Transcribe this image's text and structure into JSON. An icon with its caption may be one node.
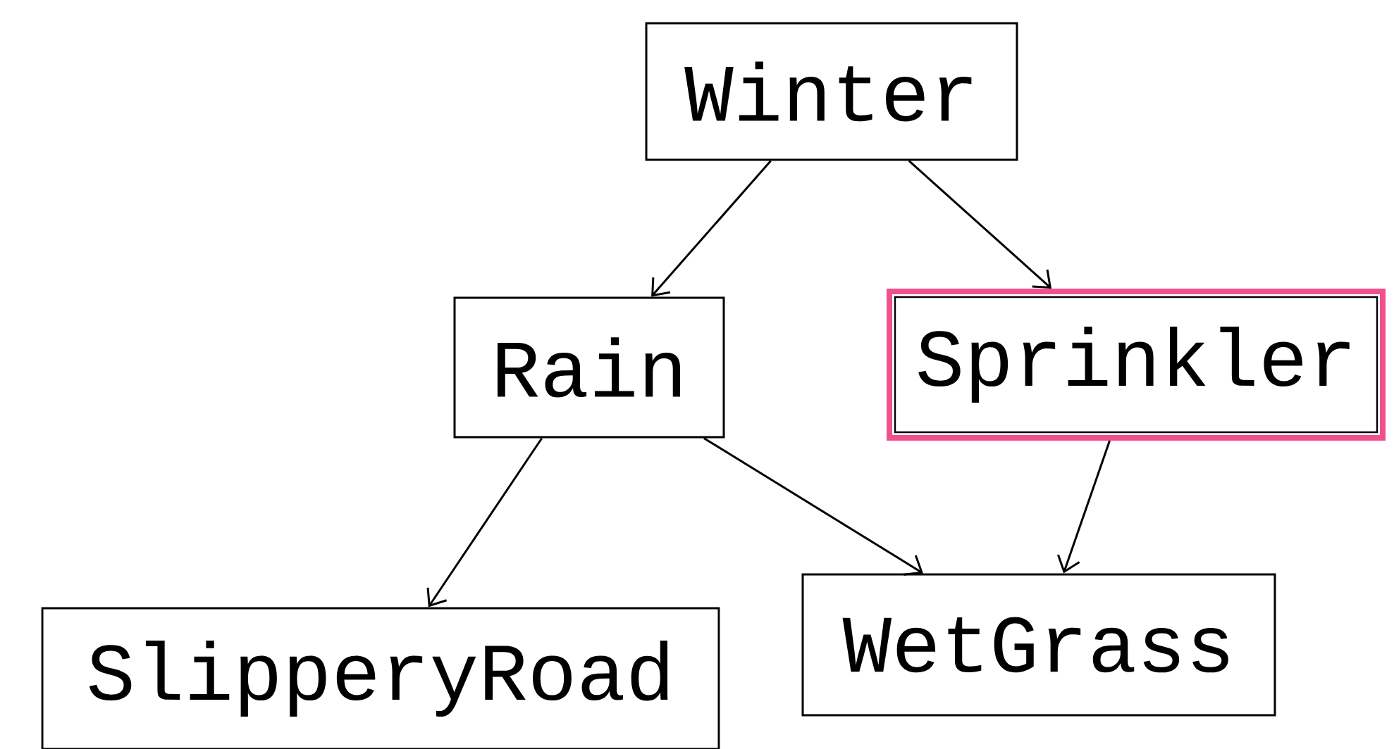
{
  "diagram": {
    "nodes": [
      {
        "text": [
          "Winter"
        ]
      },
      {
        "text": [
          "Rain"
        ]
      },
      {
        "text": [
          "Sprinkler"
        ]
      },
      {
        "text": [
          "SlipperyRoad"
        ]
      },
      {
        "text": [
          "WetGrass"
        ]
      }
    ],
    "edges": [
      {
        "from": 0,
        "to": 1,
        "arrow": "to"
      },
      {
        "from": 0,
        "to": 2,
        "arrow": "to"
      },
      {
        "from": 1,
        "to": 3,
        "arrow": "to"
      },
      {
        "from": 1,
        "to": 4,
        "arrow": "to"
      },
      {
        "from": 2,
        "to": 4,
        "arrow": "to"
      }
    ]
  }
}
